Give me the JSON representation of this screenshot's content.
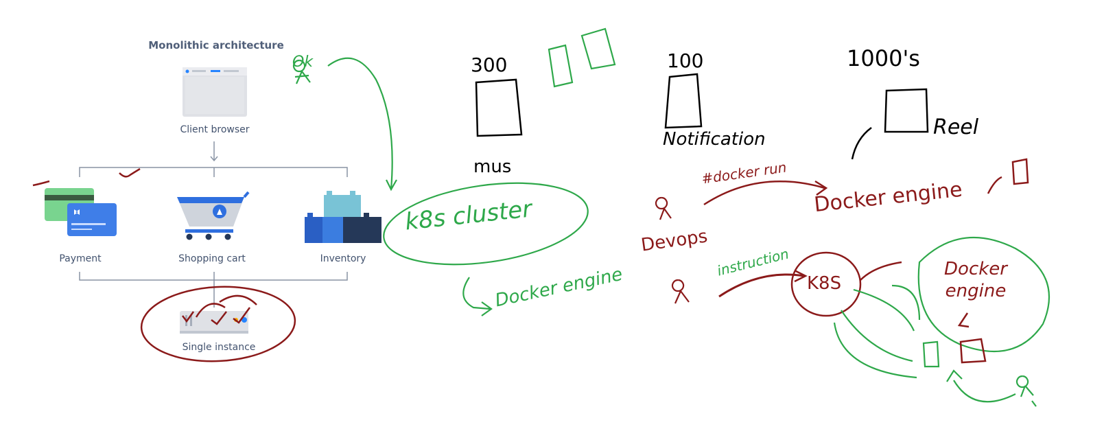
{
  "diagram": {
    "title": "Monolithic architecture",
    "nodes": {
      "client": "Client browser",
      "payment": "Payment",
      "cart": "Shopping cart",
      "inventory": "Inventory",
      "instance": "Single instance"
    }
  },
  "handwriting": {
    "ok": "Ok",
    "count_300": "300",
    "mus": "mus",
    "count_100": "100",
    "notification": "Notification",
    "count_1000s": "1000's",
    "reel": "Reel",
    "k8s_cluster": "k8s cluster",
    "docker_engine_1": "Docker engine",
    "devops": "Devops",
    "docker_run": "#docker run",
    "docker_engine_2": "Docker engine",
    "instruction": "instruction",
    "k8s": "K8S",
    "docker_engine_3": "Docker engine"
  },
  "colors": {
    "ink_black": "#000000",
    "ink_green": "#2ea84a",
    "ink_maroon": "#8b1a1a",
    "diagram_text": "#42526e",
    "connector": "#8993a4"
  }
}
